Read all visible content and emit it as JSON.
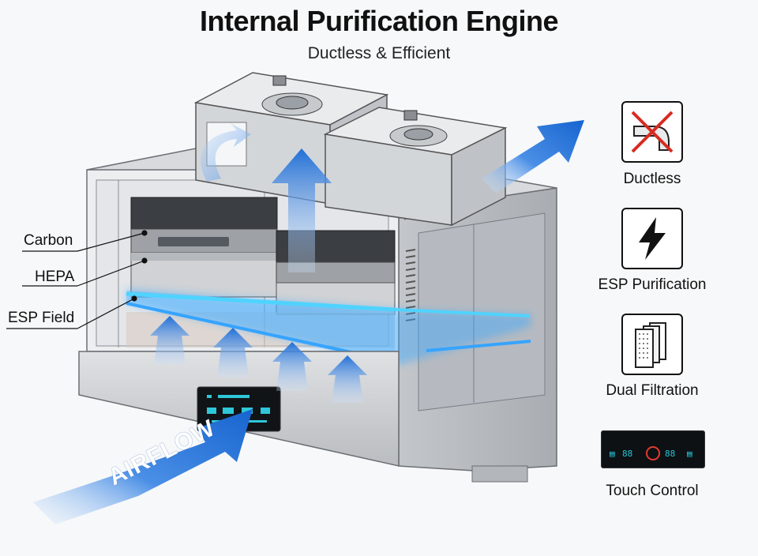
{
  "header": {
    "title": "Internal Purification Engine",
    "subtitle": "Ductless & Efficient"
  },
  "callouts": {
    "carbon": "Carbon",
    "hepa": "HEPA",
    "esp_field": "ESP Field"
  },
  "arrow_label": "AIRFLOW",
  "features": [
    {
      "label": "Ductless",
      "icon": "no-duct-icon"
    },
    {
      "label": "ESP Purification",
      "icon": "lightning-icon"
    },
    {
      "label": "Dual Filtration",
      "icon": "filter-layers-icon"
    },
    {
      "label": "Touch Control",
      "icon": "control-panel-icon"
    }
  ],
  "colors": {
    "airflow_blue": "#1f6fd6",
    "esp_glow": "#3aa8ff",
    "unit_body": "#c9cbce",
    "icon_cross": "#d62b22"
  }
}
